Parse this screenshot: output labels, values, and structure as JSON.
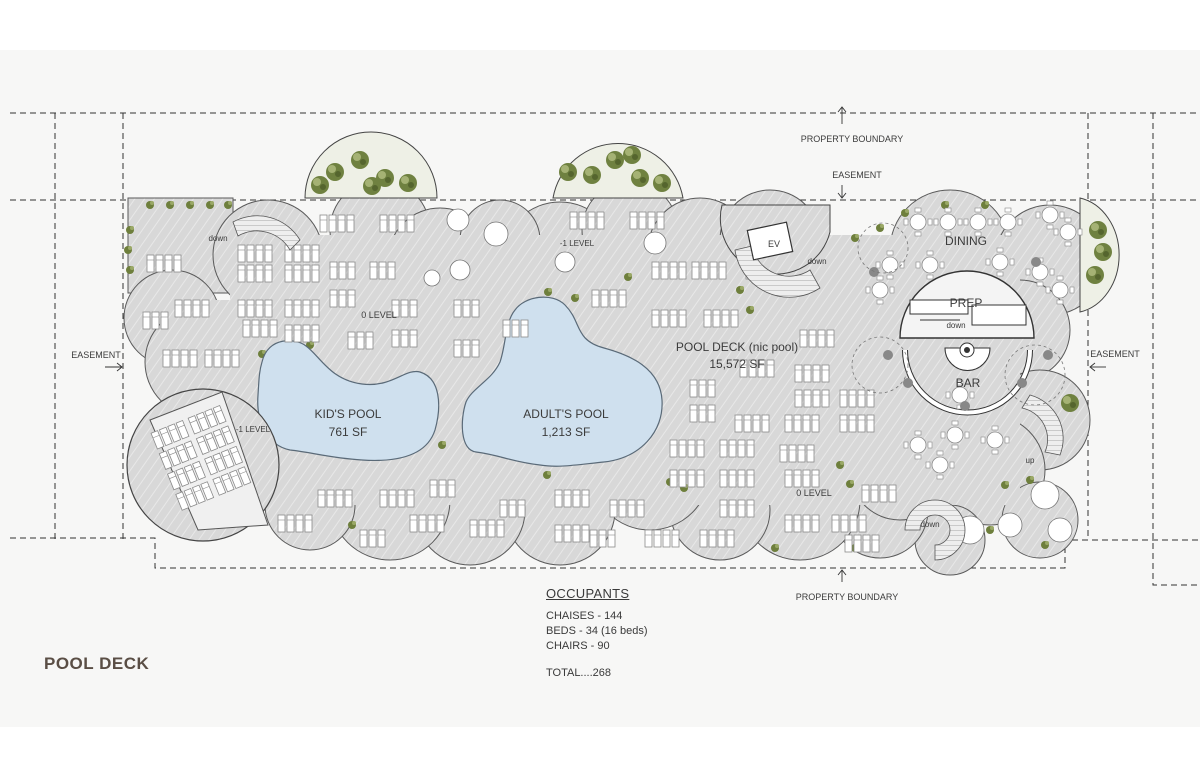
{
  "title": "POOL DECK",
  "labels": {
    "property_boundary_top": "PROPERTY BOUNDARY",
    "property_boundary_bottom": "PROPERTY BOUNDARY",
    "easement_top": "EASEMENT",
    "easement_left": "EASEMENT",
    "easement_right": "EASEMENT",
    "level_minus1_top": "-1 LEVEL",
    "level_minus1_left": "-1 LEVEL",
    "level_0_left": "0 LEVEL",
    "level_0_right": "0 LEVEL",
    "ev": "EV",
    "dining": "DINING",
    "prep": "PREP",
    "bar": "BAR",
    "down_left": "down",
    "down_ev": "down",
    "down_prep": "down",
    "down_bottom": "down",
    "up_right": "up"
  },
  "pools": {
    "kids": {
      "name": "KID'S POOL",
      "area": "761 SF"
    },
    "adult": {
      "name": "ADULT'S POOL",
      "area": "1,213 SF"
    },
    "deck": {
      "name": "POOL DECK (nic pool)",
      "area": "15,572 SF"
    }
  },
  "occupants": {
    "heading": "OCCUPANTS",
    "lines": [
      "CHAISES - 144",
      "BEDS - 34 (16 beds)",
      "CHAIRS - 90"
    ],
    "total": "TOTAL....268"
  },
  "colors": {
    "deck": "#d9d9d9",
    "pool": "#cfe0ee",
    "planting": "#7d8c4a",
    "linework": "#555555"
  }
}
